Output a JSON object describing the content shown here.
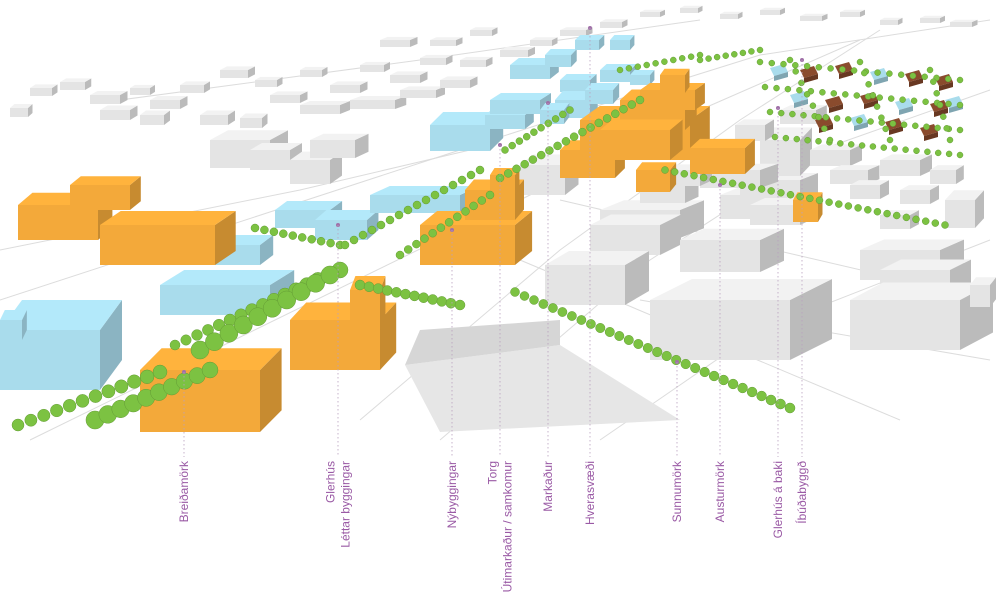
{
  "callouts": [
    {
      "key": "breidamork",
      "lines": [
        "Breiðamörk"
      ]
    },
    {
      "key": "glerhus",
      "lines": [
        "Glerhús",
        "Léttar byggingar"
      ]
    },
    {
      "key": "nybyggingar",
      "lines": [
        "Nýbyggingar"
      ]
    },
    {
      "key": "torg",
      "lines": [
        "Torg",
        "Útimarkaður / samkomur"
      ]
    },
    {
      "key": "markadur",
      "lines": [
        "Markaður"
      ]
    },
    {
      "key": "hverasvaedi",
      "lines": [
        "Hverasvæði"
      ]
    },
    {
      "key": "sunnumork",
      "lines": [
        "Sunnumörk"
      ]
    },
    {
      "key": "austurmork",
      "lines": [
        "Austurmörk"
      ]
    },
    {
      "key": "glerhus-a-baki",
      "lines": [
        "Glerhús á baki"
      ]
    },
    {
      "key": "ibudabyggd",
      "lines": [
        "Íbúðabyggð"
      ]
    }
  ],
  "colors": {
    "new_building": "#f3a93a",
    "glass_building": "#a9dcec",
    "existing_building": "#e4e4e4",
    "tree": "#7cc242",
    "residential_roof": "#8a4b2d",
    "label": "#9a5aa5"
  }
}
